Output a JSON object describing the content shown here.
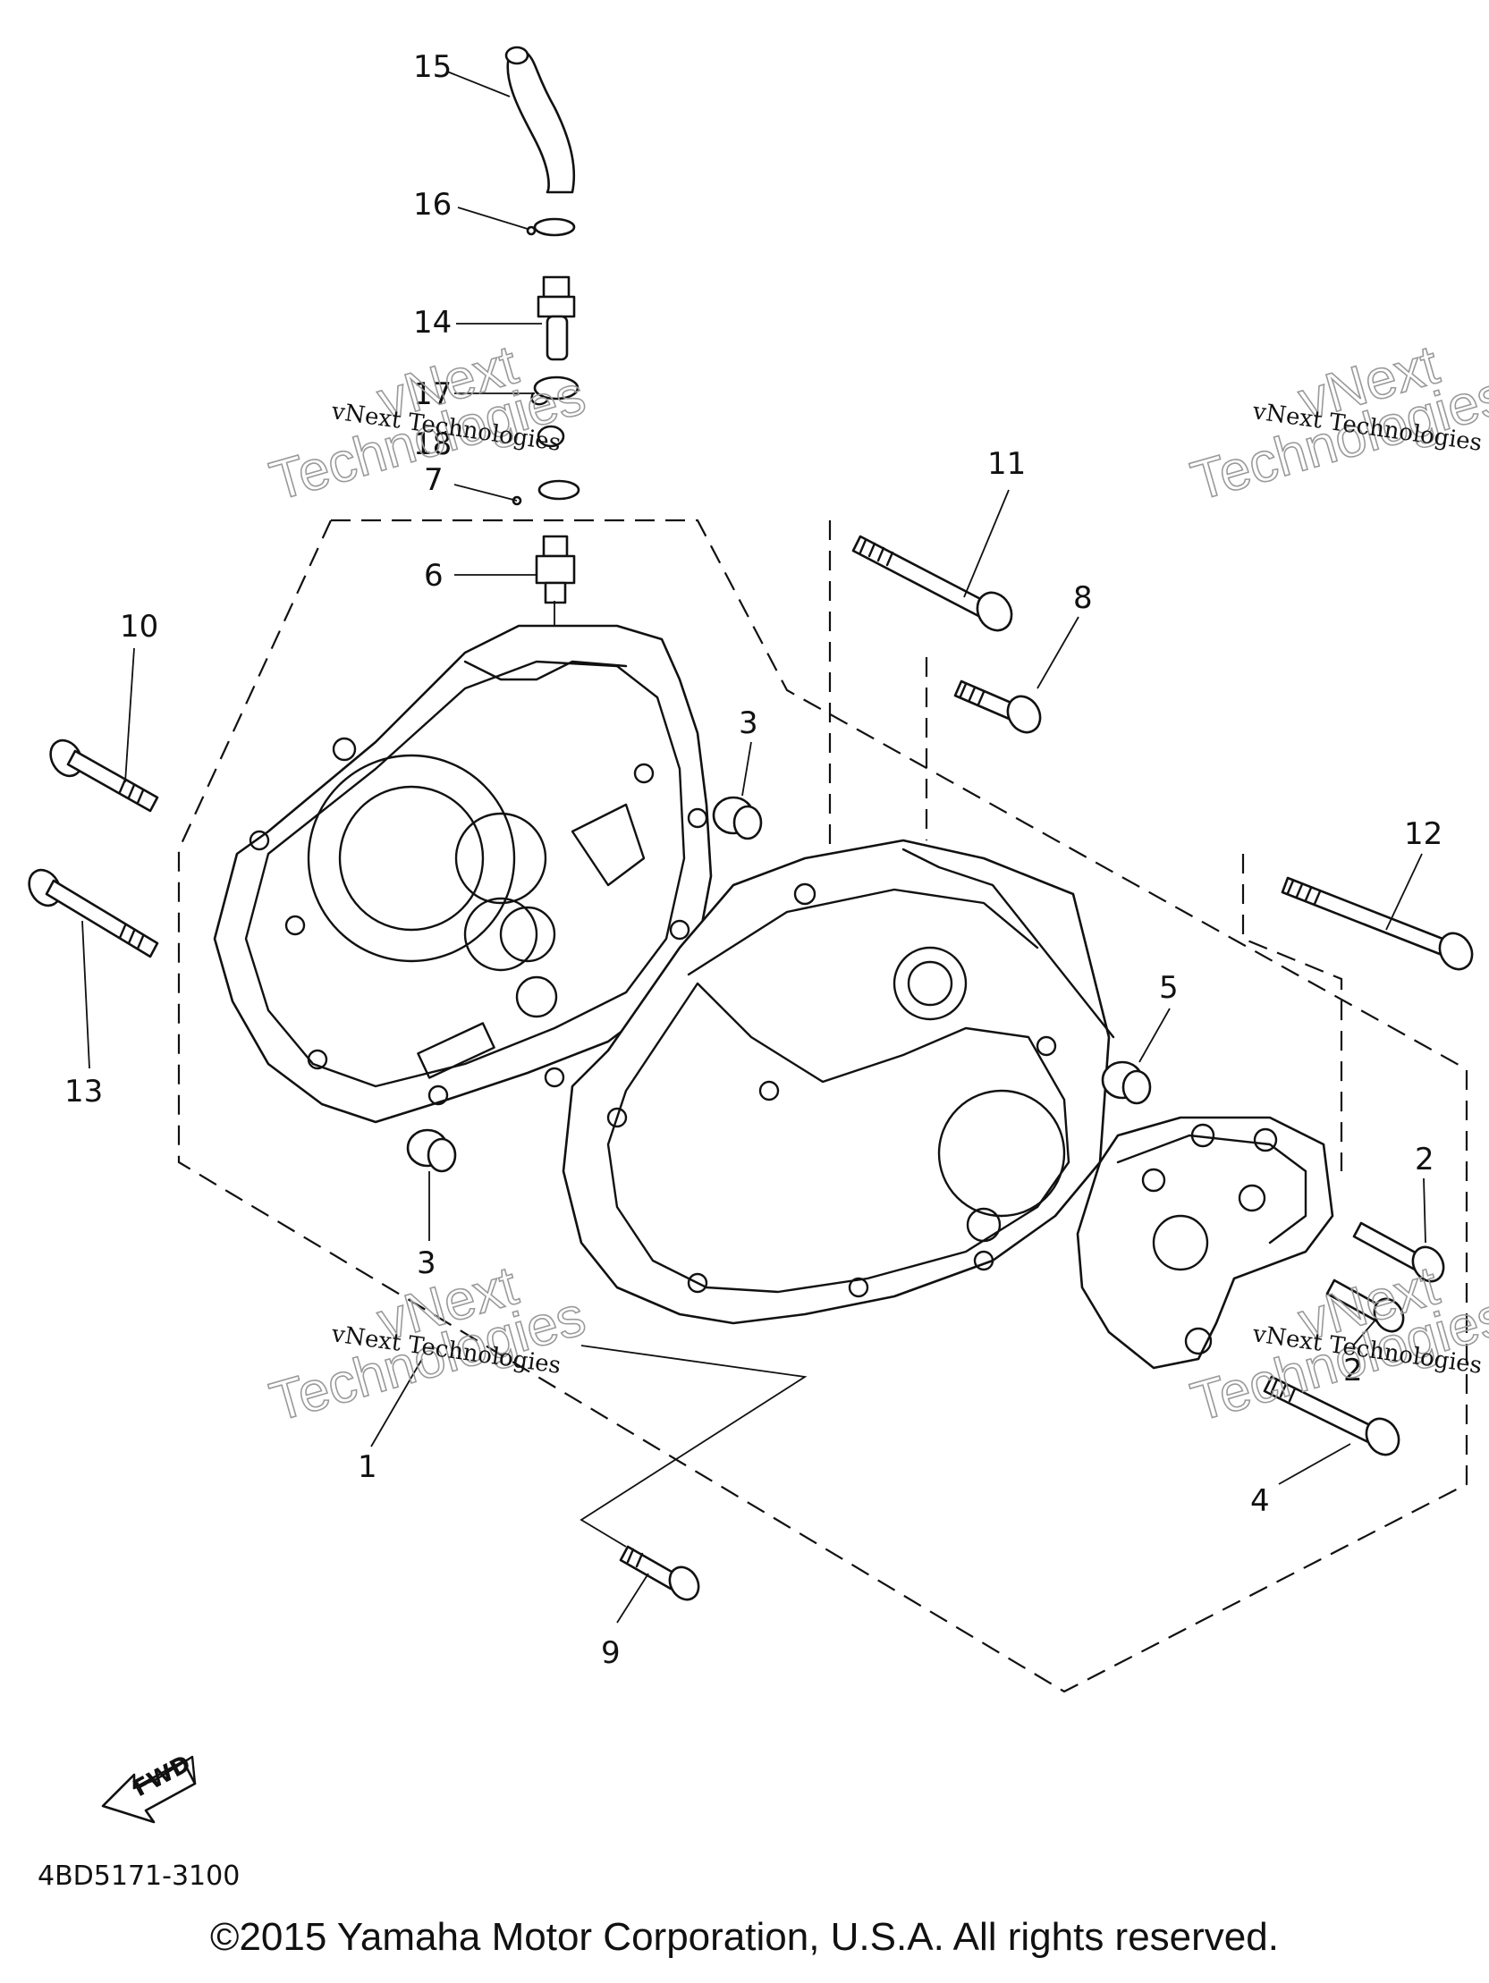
{
  "callouts": [
    "15",
    "16",
    "14",
    "17",
    "18",
    "7",
    "6",
    "10",
    "13",
    "3",
    "3",
    "11",
    "8",
    "12",
    "5",
    "2",
    "2",
    "4",
    "1",
    "9"
  ],
  "watermark": {
    "small": "vNext Technologies",
    "big_line1": "vNext",
    "big_line2": "Technologies"
  },
  "fwd_label": "FWD",
  "part_number": "4BD5171-3100",
  "copyright": "©2015 Yamaha Motor Corporation, U.S.A. All rights reserved."
}
